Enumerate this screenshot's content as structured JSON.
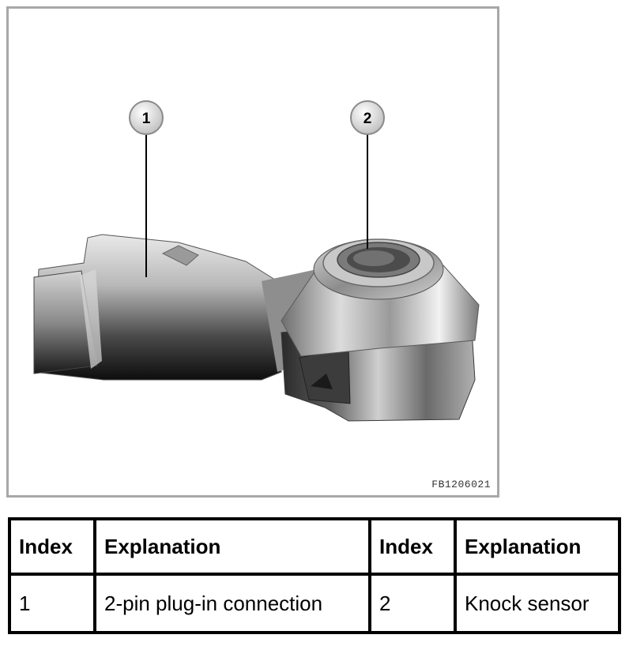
{
  "figure": {
    "code": "FB1206021",
    "callouts": [
      {
        "label": "1",
        "target": "2-pin plug-in connection"
      },
      {
        "label": "2",
        "target": "Knock sensor"
      }
    ]
  },
  "legend": {
    "headers": [
      "Index",
      "Explanation",
      "Index",
      "Explanation"
    ],
    "rows": [
      {
        "index_a": "1",
        "explanation_a": "2-pin plug-in connection",
        "index_b": "2",
        "explanation_b": "Knock sensor"
      }
    ]
  },
  "colors": {
    "frame_border": "#a8a8a8",
    "table_border": "#000000",
    "callout_fill": "#d9d9d9"
  }
}
